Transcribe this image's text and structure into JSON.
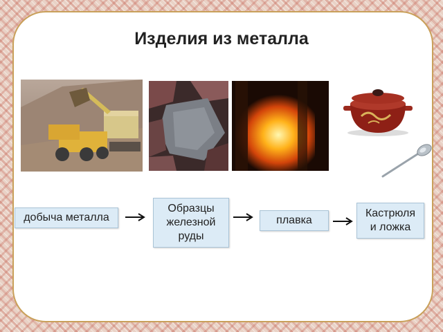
{
  "title": "Изделия из металла",
  "images": {
    "mining": "mining-truck-excavator-photo",
    "ore": "iron-ore-samples-photo",
    "furnace": "smelting-furnace-photo",
    "pot": "enamel-pot-photo",
    "spoon": "spoon-photo"
  },
  "flow": {
    "step1": "добыча металла",
    "step2": "Образцы\nжелезной\nруды",
    "step3": "плавка",
    "step4": "Кастрюля\nи ложка"
  },
  "colors": {
    "box_fill": "#dcebf6",
    "box_border": "#a9c3d6",
    "frame_border": "#c9a05a"
  }
}
